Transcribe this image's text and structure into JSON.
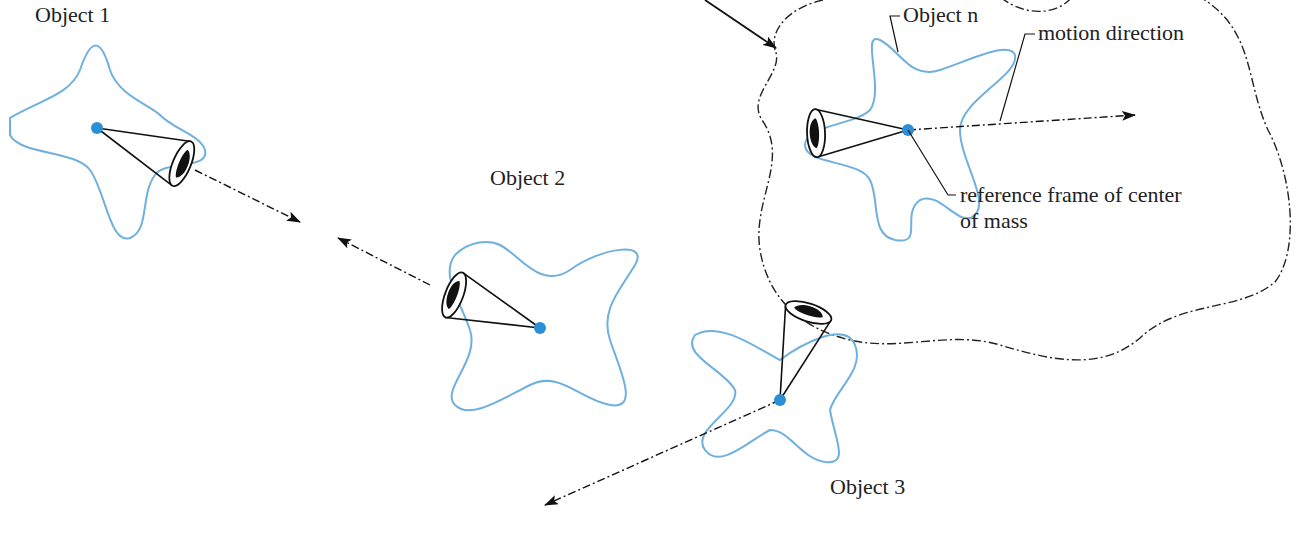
{
  "diagram": {
    "labels": [
      "Object 1",
      "Object 2",
      "Object n",
      "motion direction",
      "reference frame of center of mass",
      "Object 3"
    ]
  }
}
